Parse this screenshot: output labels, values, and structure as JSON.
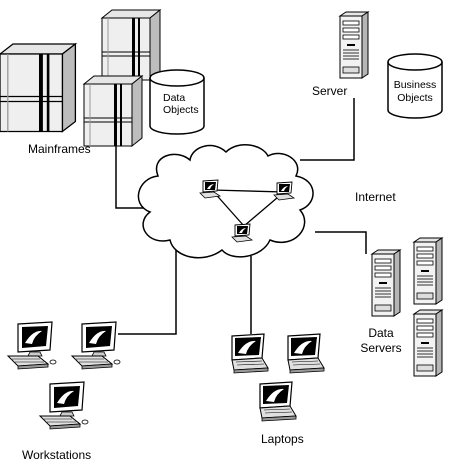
{
  "labels": {
    "mainframes": "Mainframes",
    "data_objects_line1": "Data",
    "data_objects_line2": "Objects",
    "server": "Server",
    "business_objects_line1": "Business",
    "business_objects_line2": "Objects",
    "internet": "Internet",
    "data_servers_line1": "Data",
    "data_servers_line2": "Servers",
    "workstations": "Workstations",
    "laptops": "Laptops"
  },
  "icons": {
    "mainframe": "mainframe-tower-icon",
    "database": "database-cylinder-icon",
    "server": "server-tower-icon",
    "workstation": "desktop-workstation-icon",
    "laptop": "laptop-icon",
    "cloud": "cloud-icon"
  },
  "colors": {
    "stroke": "#000000",
    "fill": "#ffffff",
    "shade": "#d9d9d9",
    "shade_dark": "#a9a9a9"
  }
}
